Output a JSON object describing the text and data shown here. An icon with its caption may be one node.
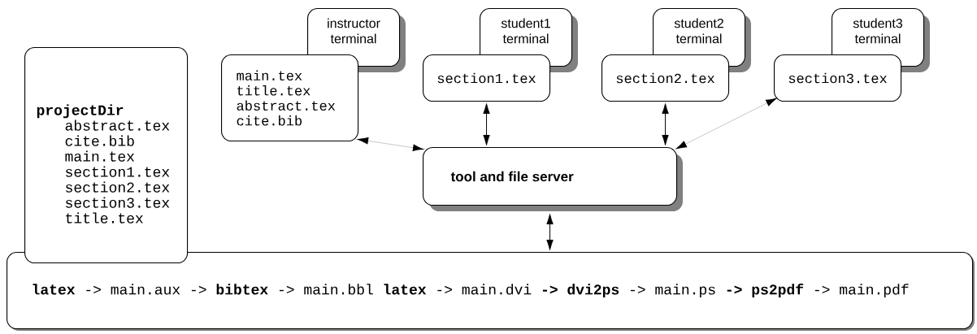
{
  "diagram": {
    "nodes": [
      {
        "text": [
          "instructor terminal"
        ]
      },
      {
        "text": [
          "main.tex",
          "title.tex",
          "abstract.tex",
          "cite.bib"
        ]
      },
      {
        "text": [
          "student1 terminal"
        ]
      },
      {
        "text": [
          "section1.tex"
        ]
      },
      {
        "text": [
          "student2 terminal"
        ]
      },
      {
        "text": [
          "section2.tex"
        ]
      },
      {
        "text": [
          "student3 terminal"
        ]
      },
      {
        "text": [
          "section3.tex"
        ]
      },
      {
        "text": [
          "projectDir",
          "abstract.tex",
          "cite.bib",
          "main.tex",
          "section1.tex",
          "section2.tex",
          "section3.tex",
          "title.tex"
        ]
      },
      {
        "text": [
          "tool and file server"
        ]
      },
      {
        "text": [
          "**latex** -> main.aux -> **bibtex** -> main.bbl **latex** -> main.dvi **-> dvi2ps** -> main.ps **-> ps2pdf** -> main.pdf"
        ]
      }
    ],
    "edges": [
      {
        "from": 1,
        "to": 9,
        "arrow": "both",
        "color": "#c8c8c8"
      },
      {
        "from": 3,
        "to": 9,
        "arrow": "both"
      },
      {
        "from": 5,
        "to": 9,
        "arrow": "both"
      },
      {
        "from": 7,
        "to": 9,
        "arrow": "both",
        "color": "#c8c8c8"
      },
      {
        "from": 9,
        "to": 10,
        "arrow": "both"
      }
    ]
  }
}
